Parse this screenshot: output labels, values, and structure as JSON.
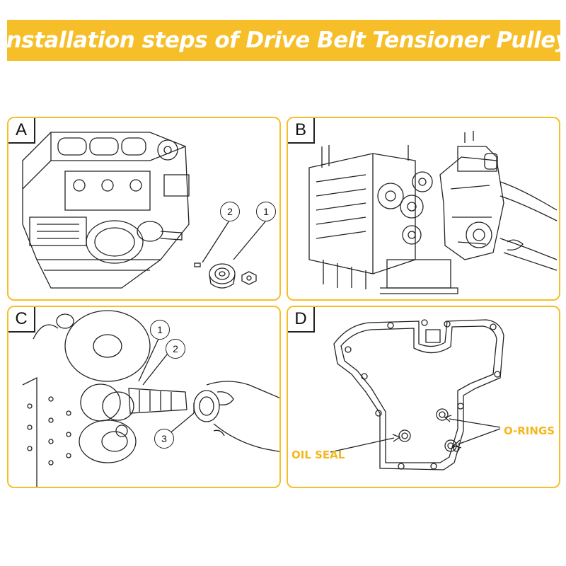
{
  "title": "Installation steps of Drive Belt Tensioner Pulley",
  "colors": {
    "accent": "#f6bf2a",
    "line": "#222222",
    "text_highlight": "#f3b81f"
  },
  "panels": {
    "a": {
      "label": "A",
      "callouts": [
        "1",
        "2"
      ]
    },
    "b": {
      "label": "B"
    },
    "c": {
      "label": "C",
      "callouts": [
        "1",
        "2",
        "3"
      ]
    },
    "d": {
      "label": "D",
      "labels": {
        "oil_seal": "OIL SEAL",
        "o_rings": "O-RINGS"
      }
    }
  }
}
